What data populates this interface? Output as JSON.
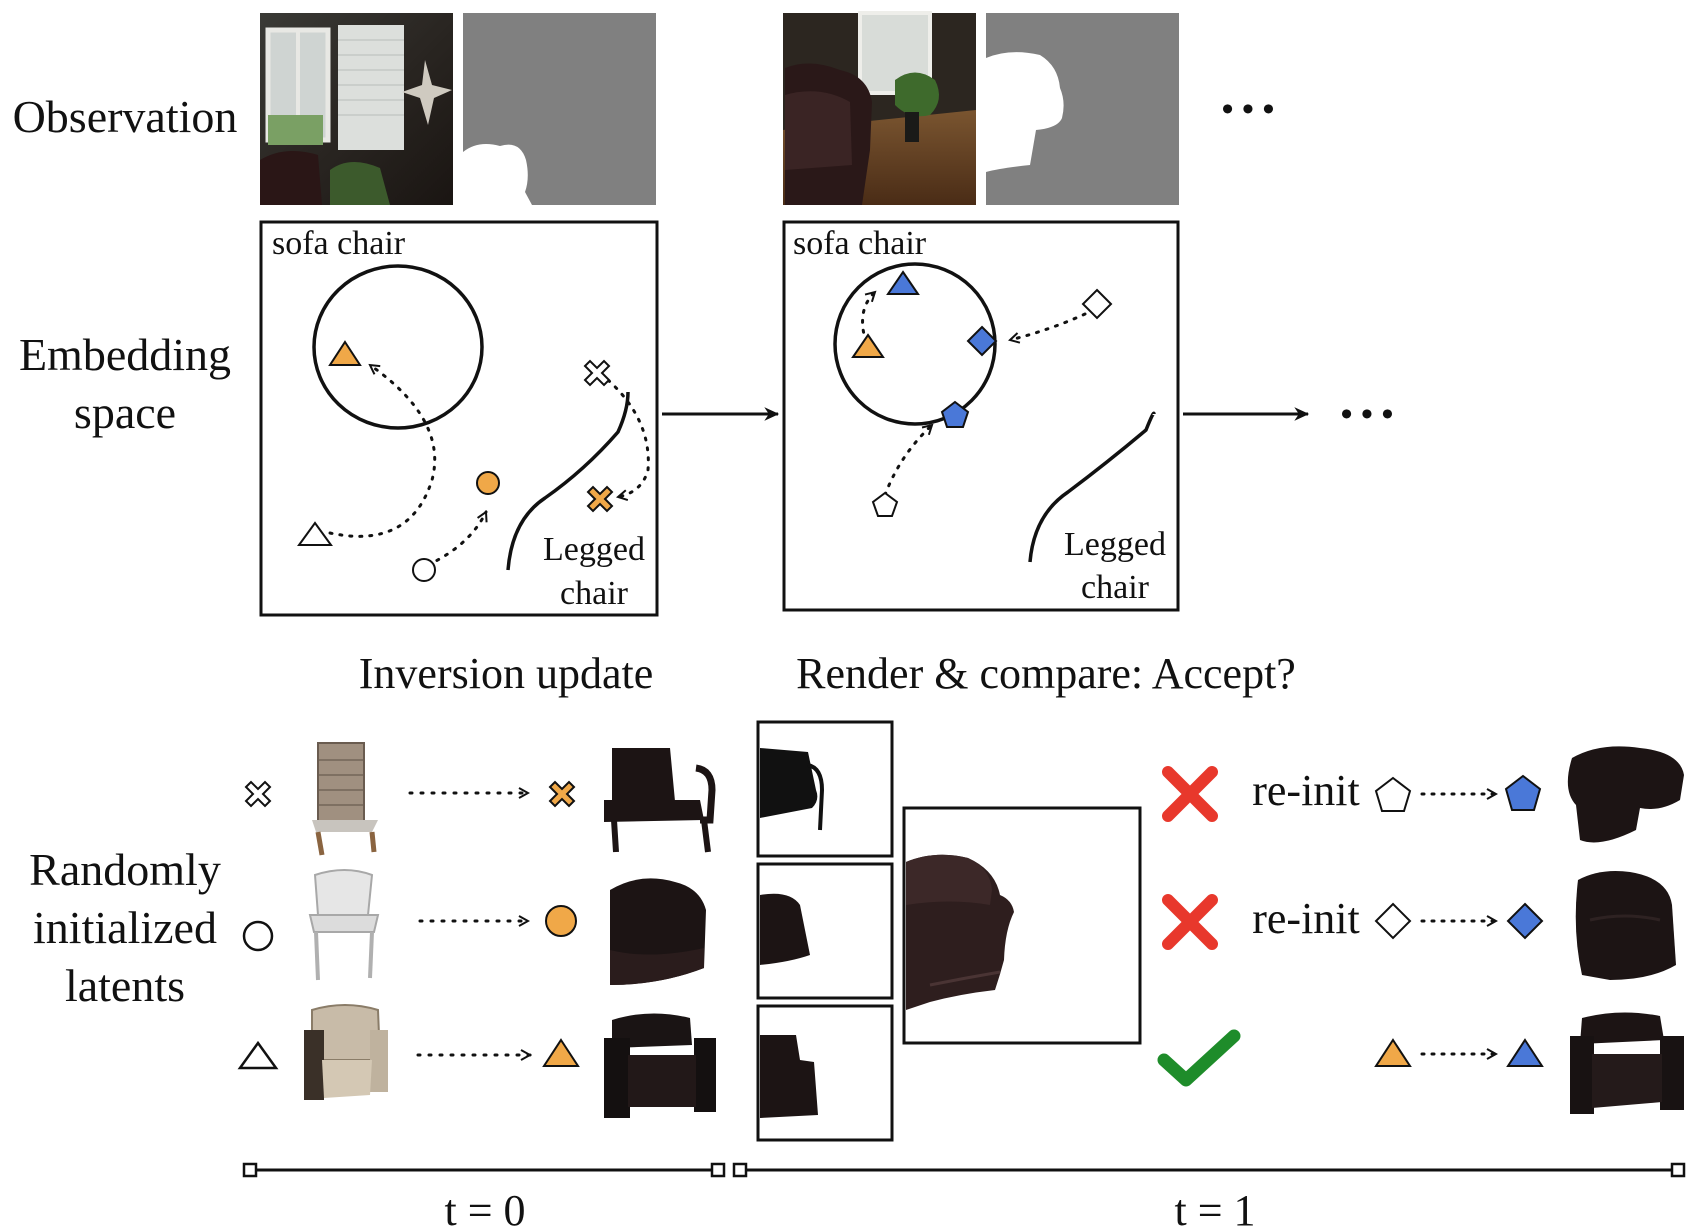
{
  "row_labels": {
    "observation": "Observation",
    "embedding_line1": "Embedding",
    "embedding_line2": "space",
    "random_line1": "Randomly",
    "random_line2": "initialized",
    "random_line3": "latents"
  },
  "embedding_panels": [
    {
      "class_a": "sofa chair",
      "class_b_line1": "Legged",
      "class_b_line2": "chair"
    },
    {
      "class_a": "sofa chair",
      "class_b_line1": "Legged",
      "class_b_line2": "chair"
    }
  ],
  "ellipsis": "• • •",
  "section_headers": {
    "inversion": "Inversion update",
    "render_compare": "Render & compare: Accept?"
  },
  "reinit_label": "re-init",
  "timeline": {
    "t0": "t = 0",
    "t1": "t = 1"
  },
  "colors": {
    "orange": "#F0A848",
    "blue": "#4A78D8",
    "reject_red": "#E8382C",
    "accept_green": "#1E8C2A",
    "mask_gray": "#808080",
    "chair_dark": "#1c1414"
  },
  "icons": {
    "latent_shapes": [
      "cross-icon",
      "circle-icon",
      "triangle-icon",
      "pentagon-icon",
      "diamond-icon"
    ],
    "decisions": [
      "reject-cross-icon",
      "reject-cross-icon",
      "accept-check-icon"
    ]
  }
}
